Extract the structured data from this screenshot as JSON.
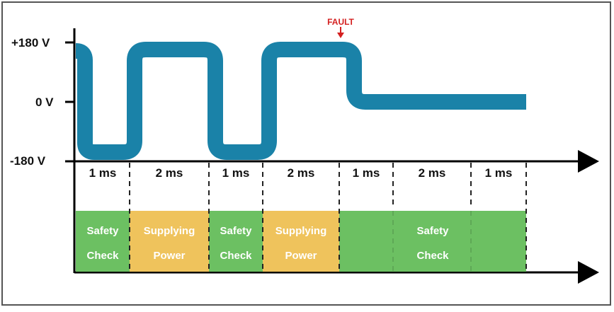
{
  "y_axis_labels": [
    "+180 V",
    "0 V",
    "-180 V"
  ],
  "fault_label": "FAULT",
  "durations": [
    "1 ms",
    "2 ms",
    "1 ms",
    "2 ms",
    "1 ms",
    "2 ms",
    "1 ms"
  ],
  "phases": [
    {
      "line1": "Safety",
      "line2": "Check",
      "kind": "safety"
    },
    {
      "line1": "Supplying",
      "line2": "Power",
      "kind": "supply"
    },
    {
      "line1": "Safety",
      "line2": "Check",
      "kind": "safety"
    },
    {
      "line1": "Supplying",
      "line2": "Power",
      "kind": "supply"
    },
    {
      "line1": "Safety",
      "line2": "Check",
      "kind": "safety"
    }
  ],
  "colors": {
    "signal": "#1a82a8",
    "safety": "#6cc062",
    "supply": "#efc35c",
    "fault": "#d42020",
    "axis": "#000000",
    "frame": "#555555"
  }
}
